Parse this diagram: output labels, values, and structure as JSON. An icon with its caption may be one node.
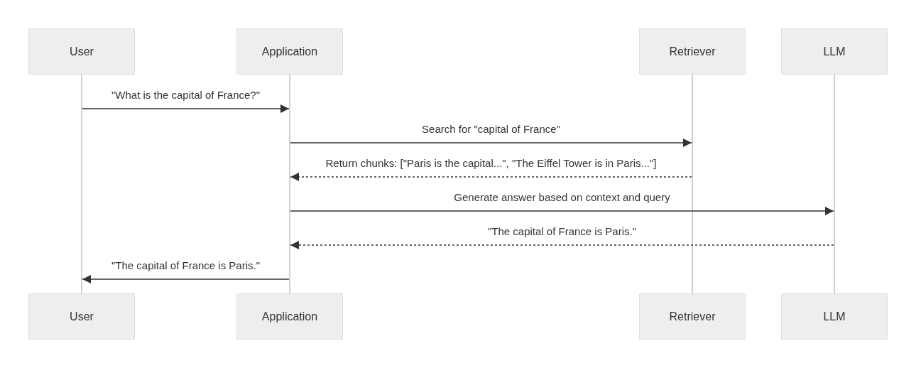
{
  "diagram": {
    "nodes": [
      {
        "text": [
          "User"
        ]
      },
      {
        "text": [
          "Application"
        ]
      },
      {
        "text": [
          "Retriever"
        ]
      },
      {
        "text": [
          "LLM"
        ]
      },
      {
        "text": [],
        "shape": "bar"
      },
      {
        "text": [],
        "shape": "bar"
      },
      {
        "text": [],
        "shape": "bar"
      },
      {
        "text": [],
        "shape": "bar"
      },
      {
        "text": [
          "User"
        ]
      },
      {
        "text": [
          "Application"
        ]
      },
      {
        "text": [
          "Retriever"
        ]
      },
      {
        "text": [
          "LLM"
        ]
      }
    ],
    "edges": [
      {
        "from": 4,
        "to": 5,
        "arrow": "to",
        "label": "\"What is the capital of France?\""
      },
      {
        "from": 5,
        "to": 6,
        "arrow": "to",
        "label": "Search for \"capital of France\""
      },
      {
        "from": 6,
        "to": 5,
        "arrow": "to",
        "style": "dashed",
        "label": "Return chunks: [\"Paris is the capital...\", \"The Eiffel Tower is in Paris...\"]"
      },
      {
        "from": 5,
        "to": 7,
        "arrow": "to",
        "label": "Generate answer based on context and query"
      },
      {
        "from": 7,
        "to": 5,
        "arrow": "to",
        "style": "dashed",
        "label": "\"The capital of France is Paris.\""
      },
      {
        "from": 5,
        "to": 4,
        "arrow": "to",
        "label": "\"The capital of France is Paris.\""
      }
    ]
  }
}
